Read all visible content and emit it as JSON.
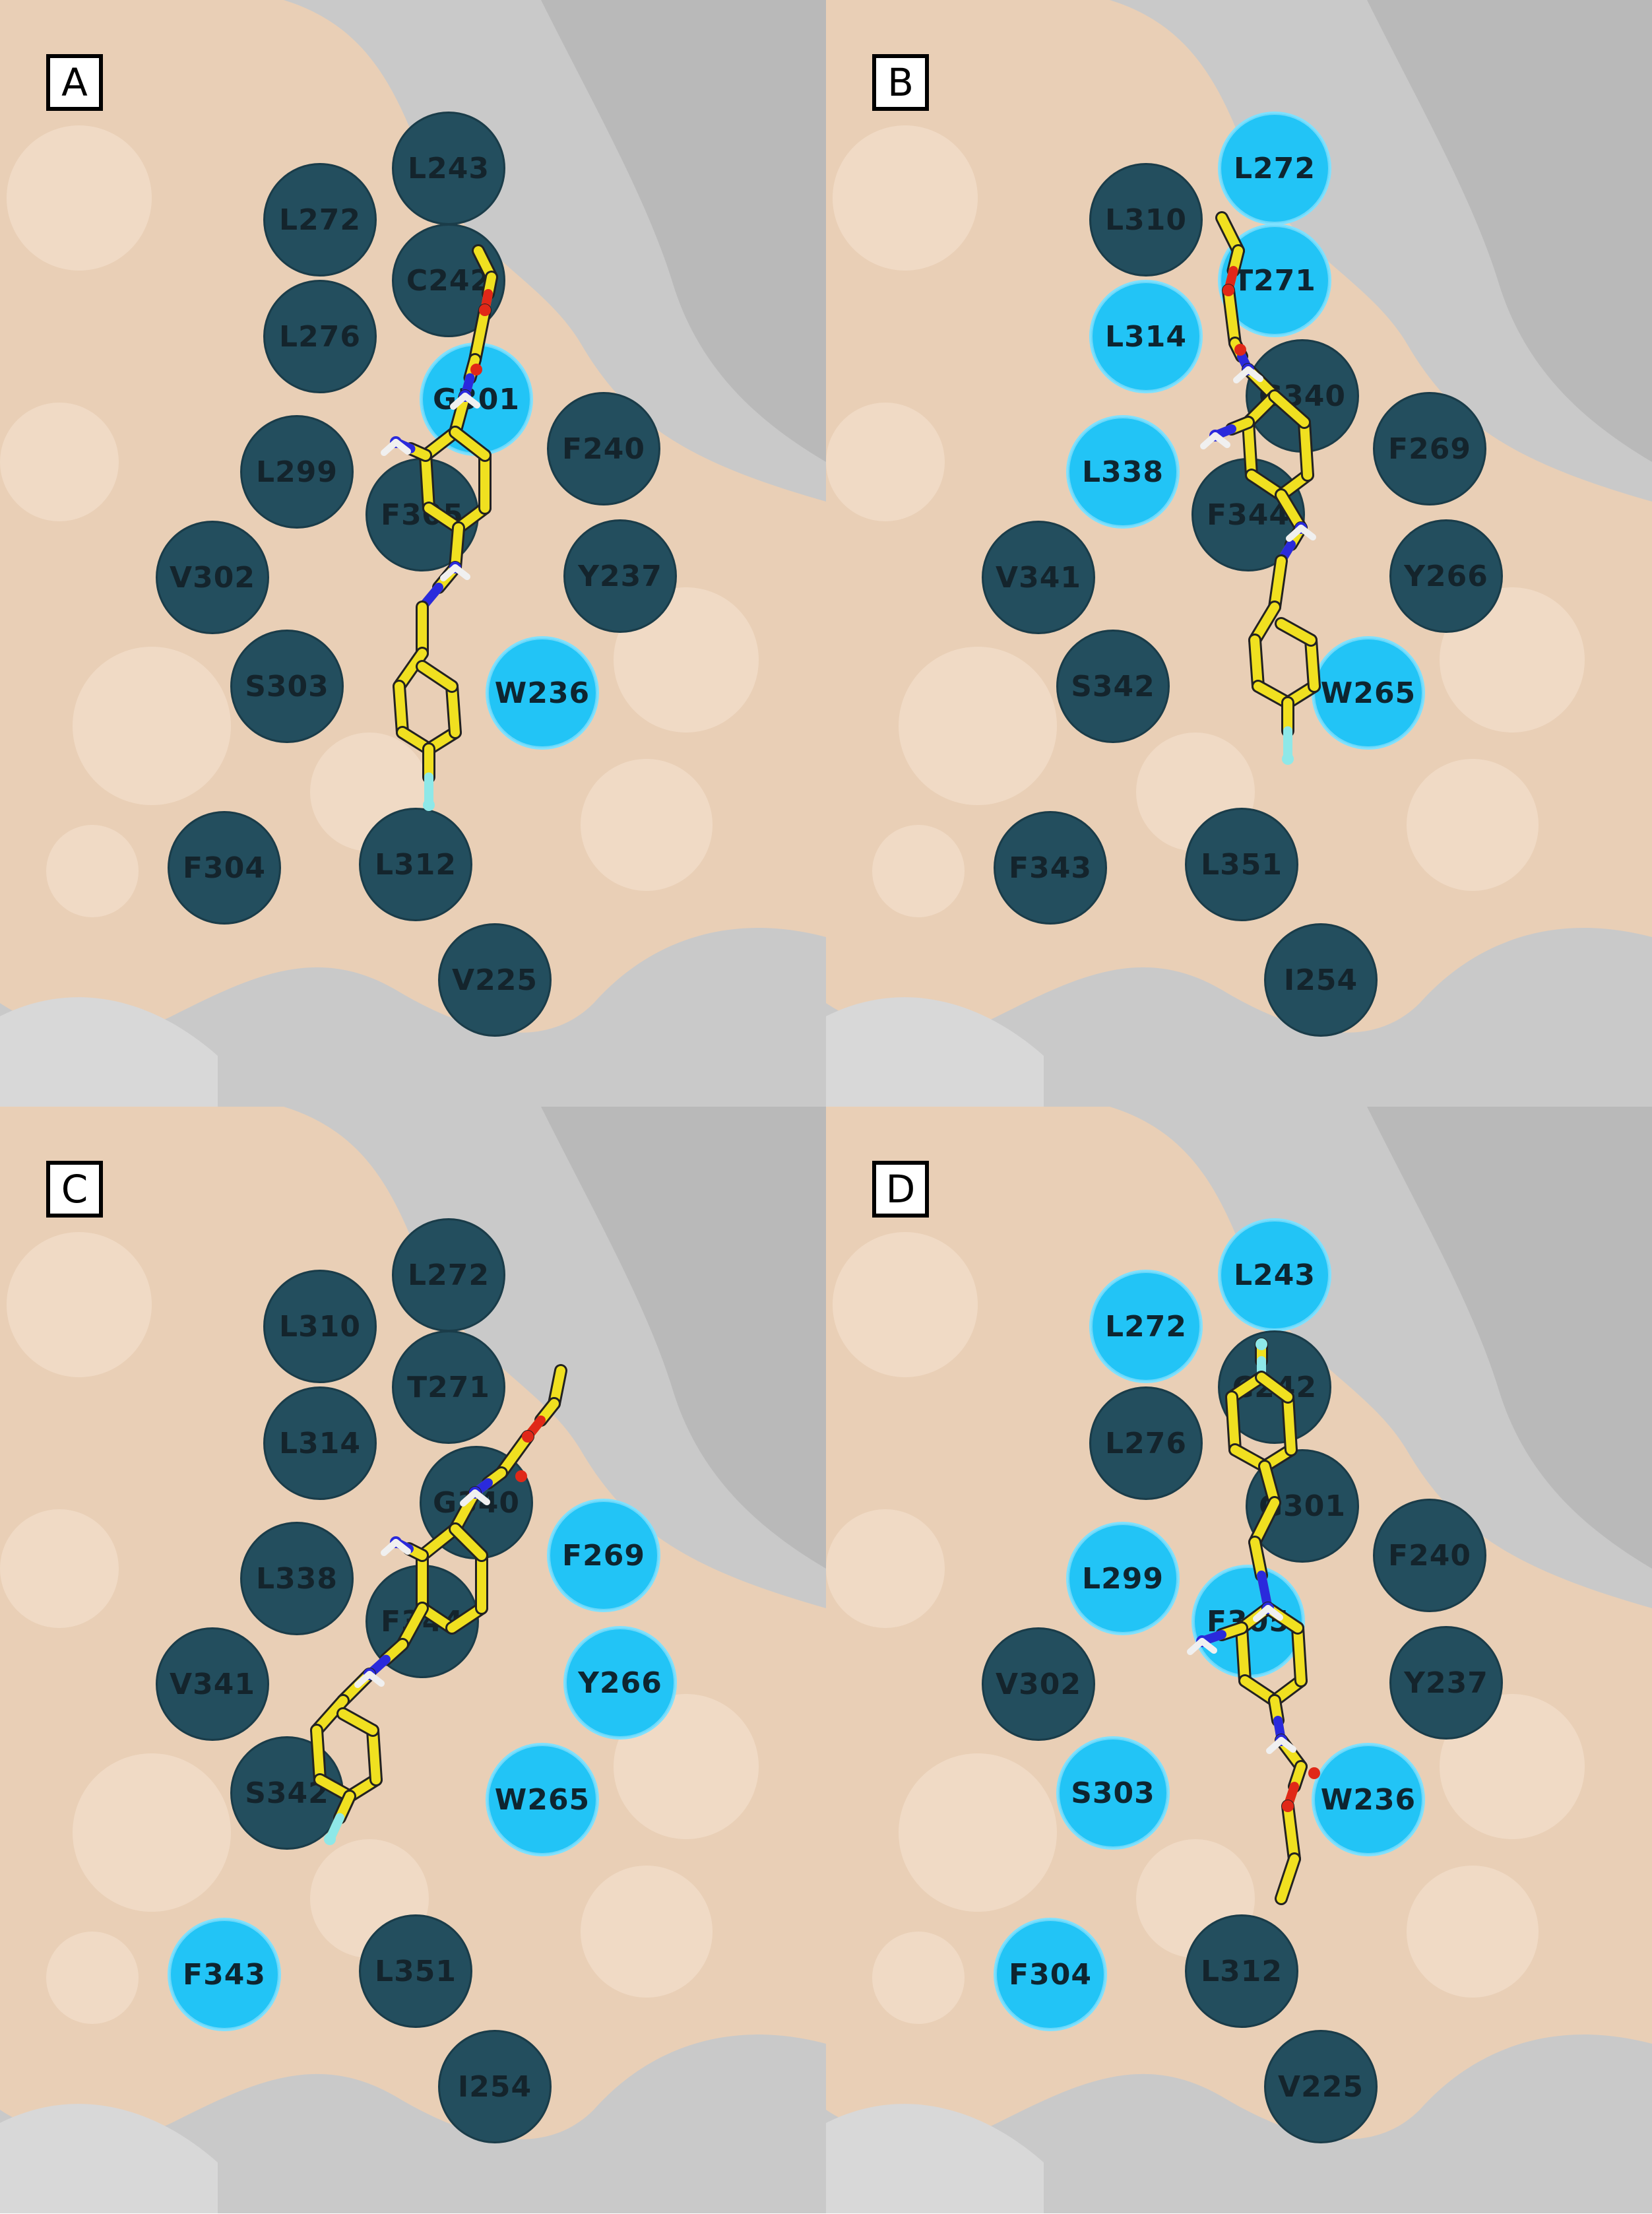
{
  "colors": {
    "surface_pocket": "#e9cfb6",
    "surface_grey": "#c9c9c9",
    "residue_dark": "#234e5e",
    "residue_light": "#22c4f6",
    "ligand_carbon": "#f0e020",
    "ligand_nitrogen": "#2a2adc",
    "ligand_oxygen": "#e02818",
    "ligand_fluorine": "#8ee8e8",
    "ligand_hydrogen": "#f0f0f0"
  },
  "panels": [
    {
      "letter": "A",
      "residues": [
        {
          "label": "L243",
          "kind": "dark"
        },
        {
          "label": "L272",
          "kind": "dark"
        },
        {
          "label": "C242",
          "kind": "dark"
        },
        {
          "label": "L276",
          "kind": "dark"
        },
        {
          "label": "G301",
          "kind": "light"
        },
        {
          "label": "F240",
          "kind": "dark"
        },
        {
          "label": "L299",
          "kind": "dark"
        },
        {
          "label": "F305",
          "kind": "dark"
        },
        {
          "label": "V302",
          "kind": "dark"
        },
        {
          "label": "Y237",
          "kind": "dark"
        },
        {
          "label": "S303",
          "kind": "dark"
        },
        {
          "label": "W236",
          "kind": "light"
        },
        {
          "label": "F304",
          "kind": "dark"
        },
        {
          "label": "L312",
          "kind": "dark"
        },
        {
          "label": "V225",
          "kind": "dark"
        }
      ]
    },
    {
      "letter": "B",
      "residues": [
        {
          "label": "L272",
          "kind": "light"
        },
        {
          "label": "L310",
          "kind": "dark"
        },
        {
          "label": "T271",
          "kind": "light"
        },
        {
          "label": "L314",
          "kind": "light"
        },
        {
          "label": "G340",
          "kind": "dark"
        },
        {
          "label": "F269",
          "kind": "dark"
        },
        {
          "label": "L338",
          "kind": "light"
        },
        {
          "label": "F344",
          "kind": "dark"
        },
        {
          "label": "V341",
          "kind": "dark"
        },
        {
          "label": "Y266",
          "kind": "dark"
        },
        {
          "label": "S342",
          "kind": "dark"
        },
        {
          "label": "W265",
          "kind": "light"
        },
        {
          "label": "F343",
          "kind": "dark"
        },
        {
          "label": "L351",
          "kind": "dark"
        },
        {
          "label": "I254",
          "kind": "dark"
        }
      ]
    },
    {
      "letter": "C",
      "residues": [
        {
          "label": "L272",
          "kind": "dark"
        },
        {
          "label": "L310",
          "kind": "dark"
        },
        {
          "label": "T271",
          "kind": "dark"
        },
        {
          "label": "L314",
          "kind": "dark"
        },
        {
          "label": "G340",
          "kind": "dark"
        },
        {
          "label": "F269",
          "kind": "light"
        },
        {
          "label": "L338",
          "kind": "dark"
        },
        {
          "label": "F344",
          "kind": "dark"
        },
        {
          "label": "V341",
          "kind": "dark"
        },
        {
          "label": "Y266",
          "kind": "light"
        },
        {
          "label": "S342",
          "kind": "dark"
        },
        {
          "label": "W265",
          "kind": "light"
        },
        {
          "label": "F343",
          "kind": "light"
        },
        {
          "label": "L351",
          "kind": "dark"
        },
        {
          "label": "I254",
          "kind": "dark"
        }
      ]
    },
    {
      "letter": "D",
      "residues": [
        {
          "label": "L243",
          "kind": "light"
        },
        {
          "label": "L272",
          "kind": "light"
        },
        {
          "label": "C242",
          "kind": "dark"
        },
        {
          "label": "L276",
          "kind": "dark"
        },
        {
          "label": "G301",
          "kind": "dark"
        },
        {
          "label": "F240",
          "kind": "dark"
        },
        {
          "label": "L299",
          "kind": "light"
        },
        {
          "label": "F305",
          "kind": "light"
        },
        {
          "label": "V302",
          "kind": "dark"
        },
        {
          "label": "Y237",
          "kind": "dark"
        },
        {
          "label": "S303",
          "kind": "light"
        },
        {
          "label": "W236",
          "kind": "light"
        },
        {
          "label": "F304",
          "kind": "light"
        },
        {
          "label": "L312",
          "kind": "dark"
        },
        {
          "label": "V225",
          "kind": "dark"
        }
      ]
    }
  ]
}
